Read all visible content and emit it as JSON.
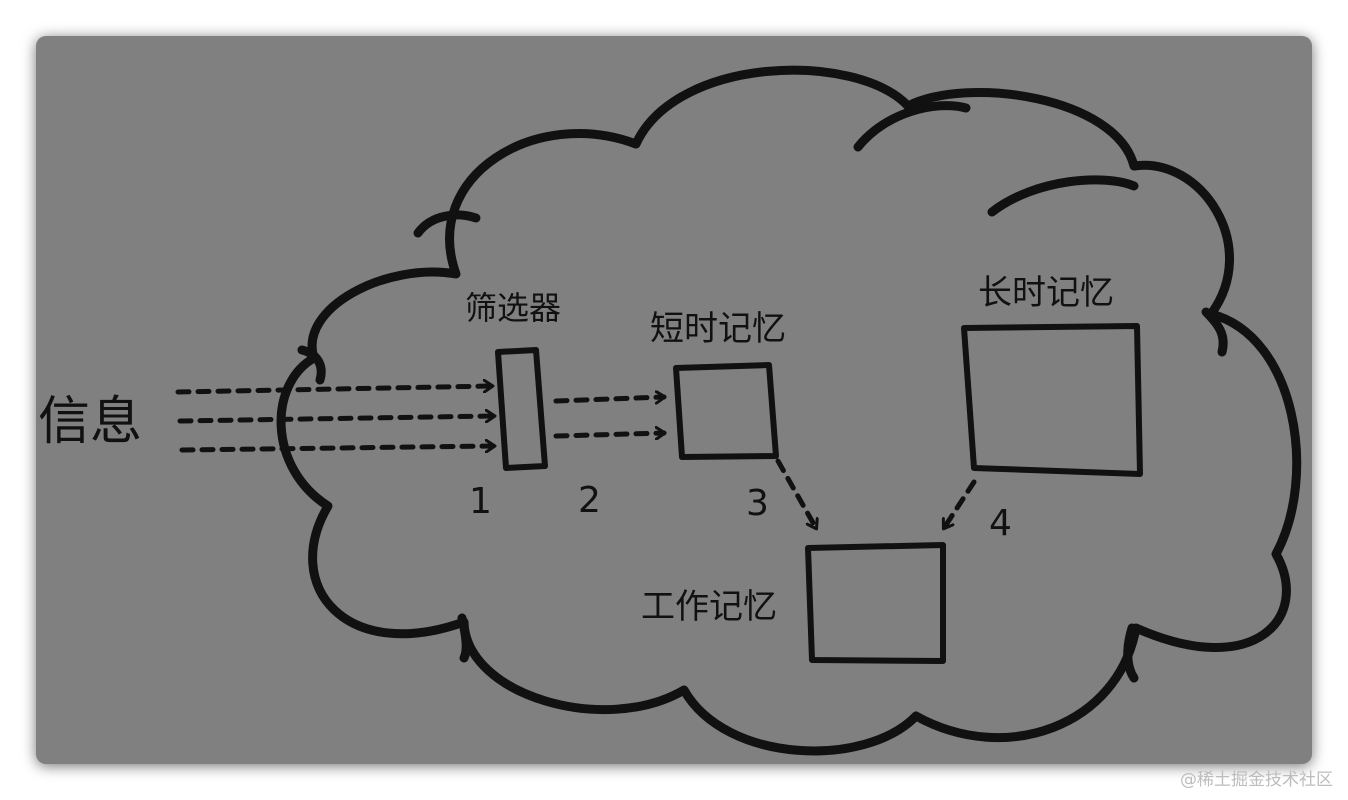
{
  "diagram": {
    "input_label": "信息",
    "filter_label": "筛选器",
    "short_term_memory_label": "短时记忆",
    "long_term_memory_label": "长时记忆",
    "working_memory_label": "工作记忆",
    "step_labels": [
      "1",
      "2",
      "3",
      "4"
    ]
  },
  "watermark": "@稀土掘金技术社区",
  "colors": {
    "background": "#808080",
    "stroke": "#111111",
    "page": "#ffffff"
  }
}
